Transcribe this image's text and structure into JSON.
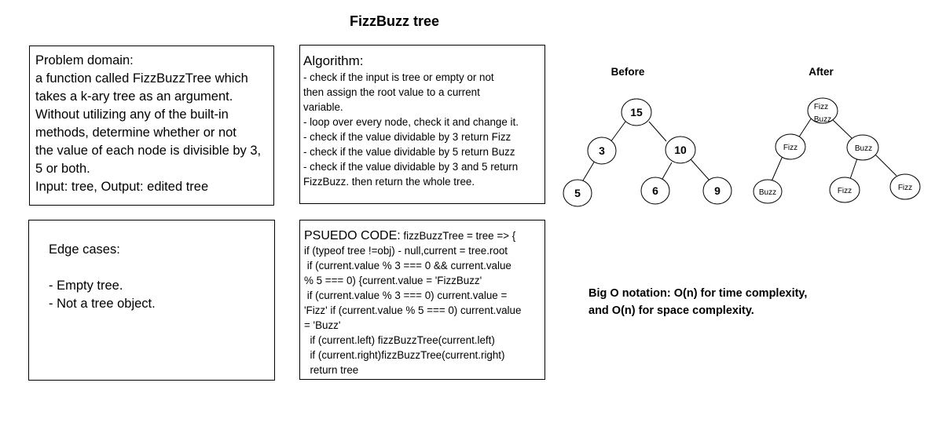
{
  "title": "FizzBuzz tree",
  "problem": {
    "lines": [
      "Problem domain:",
      "a function called FizzBuzzTree which",
      "takes a k-ary tree as an argument.",
      "Without utilizing any of the built-in",
      "methods, determine whether or not",
      "the value of each node is divisible by 3,",
      "5 or both.",
      "Input: tree, Output: edited tree"
    ]
  },
  "algorithm": {
    "heading": "Algorithm:",
    "lines": [
      "- check if the input is tree or empty or not",
      "then assign the root value to a current",
      "variable.",
      "- loop over every node, check it and change it.",
      "- check if the value dividable by 3 return Fizz",
      "- check if the value dividable by 5 return Buzz",
      "- check if the value dividable by 3 and 5 return",
      "FizzBuzz. then return the whole tree."
    ]
  },
  "edge_cases": {
    "heading": "Edge cases:",
    "items": [
      "- Empty tree.",
      "- Not a tree object."
    ]
  },
  "pseudo": {
    "heading": "PSUEDO CODE:",
    "first_line": " fizzBuzzTree = tree => {",
    "lines": [
      "if (typeof tree !=obj) - null,current = tree.root",
      " if (current.value % 3 === 0 && current.value",
      "% 5 === 0) {current.value = 'FizzBuzz'",
      " if (current.value % 3 === 0) current.value =",
      "'Fizz' if (current.value % 5 === 0) current.value",
      "= 'Buzz'",
      "  if (current.left) fizzBuzzTree(current.left)",
      "  if (current.right)fizzBuzzTree(current.right)",
      "  return tree"
    ]
  },
  "before": {
    "label": "Before",
    "nodes": {
      "root": "15",
      "left": "3",
      "right": "10",
      "ll": "5",
      "rl": "6",
      "rr": "9"
    }
  },
  "after": {
    "label": "After",
    "nodes": {
      "root_line1": "Fizz",
      "root_line2": "Buzz",
      "left": "Fizz",
      "right": "Buzz",
      "ll": "Buzz",
      "rl": "Fizz",
      "rr": "Fizz"
    }
  },
  "big_o": {
    "line1": "Big O notation: O(n) for time complexity,",
    "line2": "and O(n) for space complexity."
  }
}
